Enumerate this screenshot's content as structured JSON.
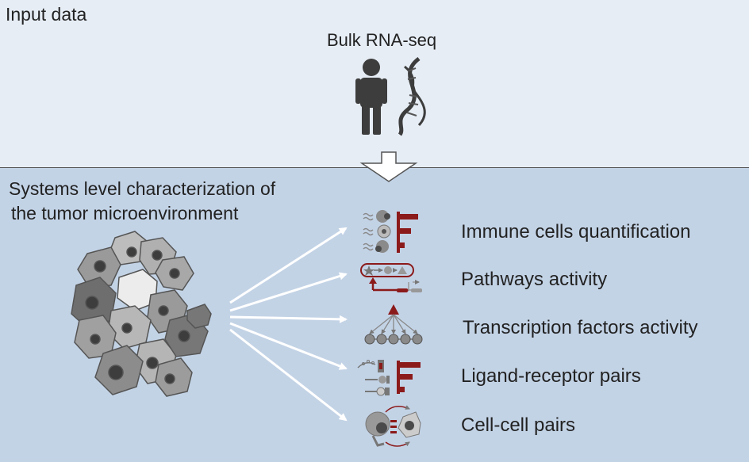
{
  "input_section": {
    "title": "Input data",
    "data_type": "Bulk RNA-seq",
    "icons": [
      "person-icon",
      "dna-helix-icon",
      "down-arrow-icon"
    ]
  },
  "analysis_section": {
    "title_line1": "Systems level characterization of",
    "title_line2": "the tumor microenvironment",
    "source_icon": "tumor-cells-icon"
  },
  "outputs": [
    {
      "label": "Immune cells quantification",
      "icon": "immune-cells-icon"
    },
    {
      "label": "Pathways activity",
      "icon": "pathway-icon"
    },
    {
      "label": "Transcription factors activity",
      "icon": "tf-network-icon"
    },
    {
      "label": "Ligand-receptor pairs",
      "icon": "ligand-receptor-icon"
    },
    {
      "label": "Cell-cell pairs",
      "icon": "cell-cell-icon"
    }
  ],
  "colors": {
    "top_bg": "#e6edf5",
    "bottom_bg": "#c3d3e6",
    "accent_red": "#8b1a1a",
    "gray": "#6b6b6b"
  }
}
